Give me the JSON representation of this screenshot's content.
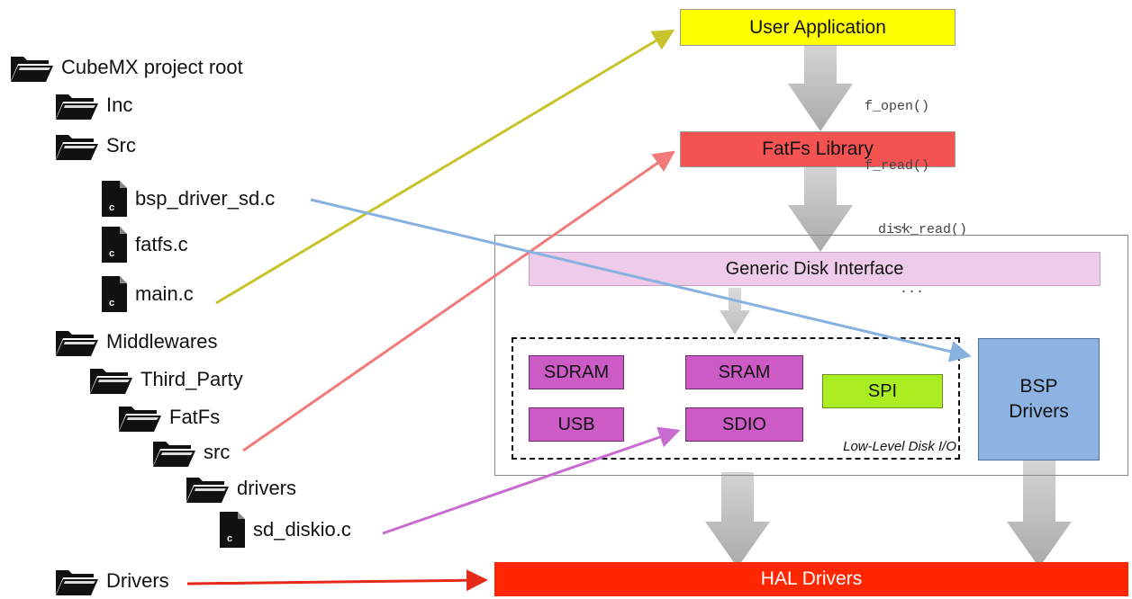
{
  "file_tree": {
    "items": [
      {
        "label": "CubeMX project root",
        "type": "folder"
      },
      {
        "label": "Inc",
        "type": "folder"
      },
      {
        "label": "Src",
        "type": "folder"
      },
      {
        "label": "bsp_driver_sd.c",
        "type": "file"
      },
      {
        "label": "fatfs.c",
        "type": "file"
      },
      {
        "label": "main.c",
        "type": "file"
      },
      {
        "label": "Middlewares",
        "type": "folder"
      },
      {
        "label": "Third_Party",
        "type": "folder"
      },
      {
        "label": "FatFs",
        "type": "folder"
      },
      {
        "label": "src",
        "type": "folder"
      },
      {
        "label": "drivers",
        "type": "folder"
      },
      {
        "label": "sd_diskio.c",
        "type": "file"
      },
      {
        "label": "Drivers",
        "type": "folder"
      }
    ],
    "file_icon_letter": "c"
  },
  "stack": {
    "user_application": "User Application",
    "fatfs_library": "FatFs Library",
    "generic_disk_interface": "Generic Disk Interface",
    "low_level_caption": "Low-Level Disk I/O",
    "devices": {
      "sdram": "SDRAM",
      "sram": "SRAM",
      "spi": "SPI",
      "usb": "USB",
      "sdio": "SDIO"
    },
    "bsp_drivers_line1": "BSP",
    "bsp_drivers_line2": "Drivers",
    "hal_drivers": "HAL Drivers"
  },
  "calls": {
    "app_calls": [
      "f_open()",
      "f_read()",
      "..."
    ],
    "fatfs_calls": [
      "disk_read()",
      "..."
    ]
  },
  "colors": {
    "user_application": "#ffff00",
    "fatfs_library": "#f55252",
    "generic_disk_interface": "#eecbe8",
    "device_magenta": "#cc5bc5",
    "spi": "#aaee22",
    "bsp_drivers": "#8db3e2",
    "hal_drivers": "#ff2600",
    "arrow_main": "#c8c32a",
    "arrow_fatfs": "#f27a7a",
    "arrow_bsp": "#86b1e0",
    "arrow_diskio": "#c86cd0",
    "arrow_drivers": "#e52a1a"
  }
}
